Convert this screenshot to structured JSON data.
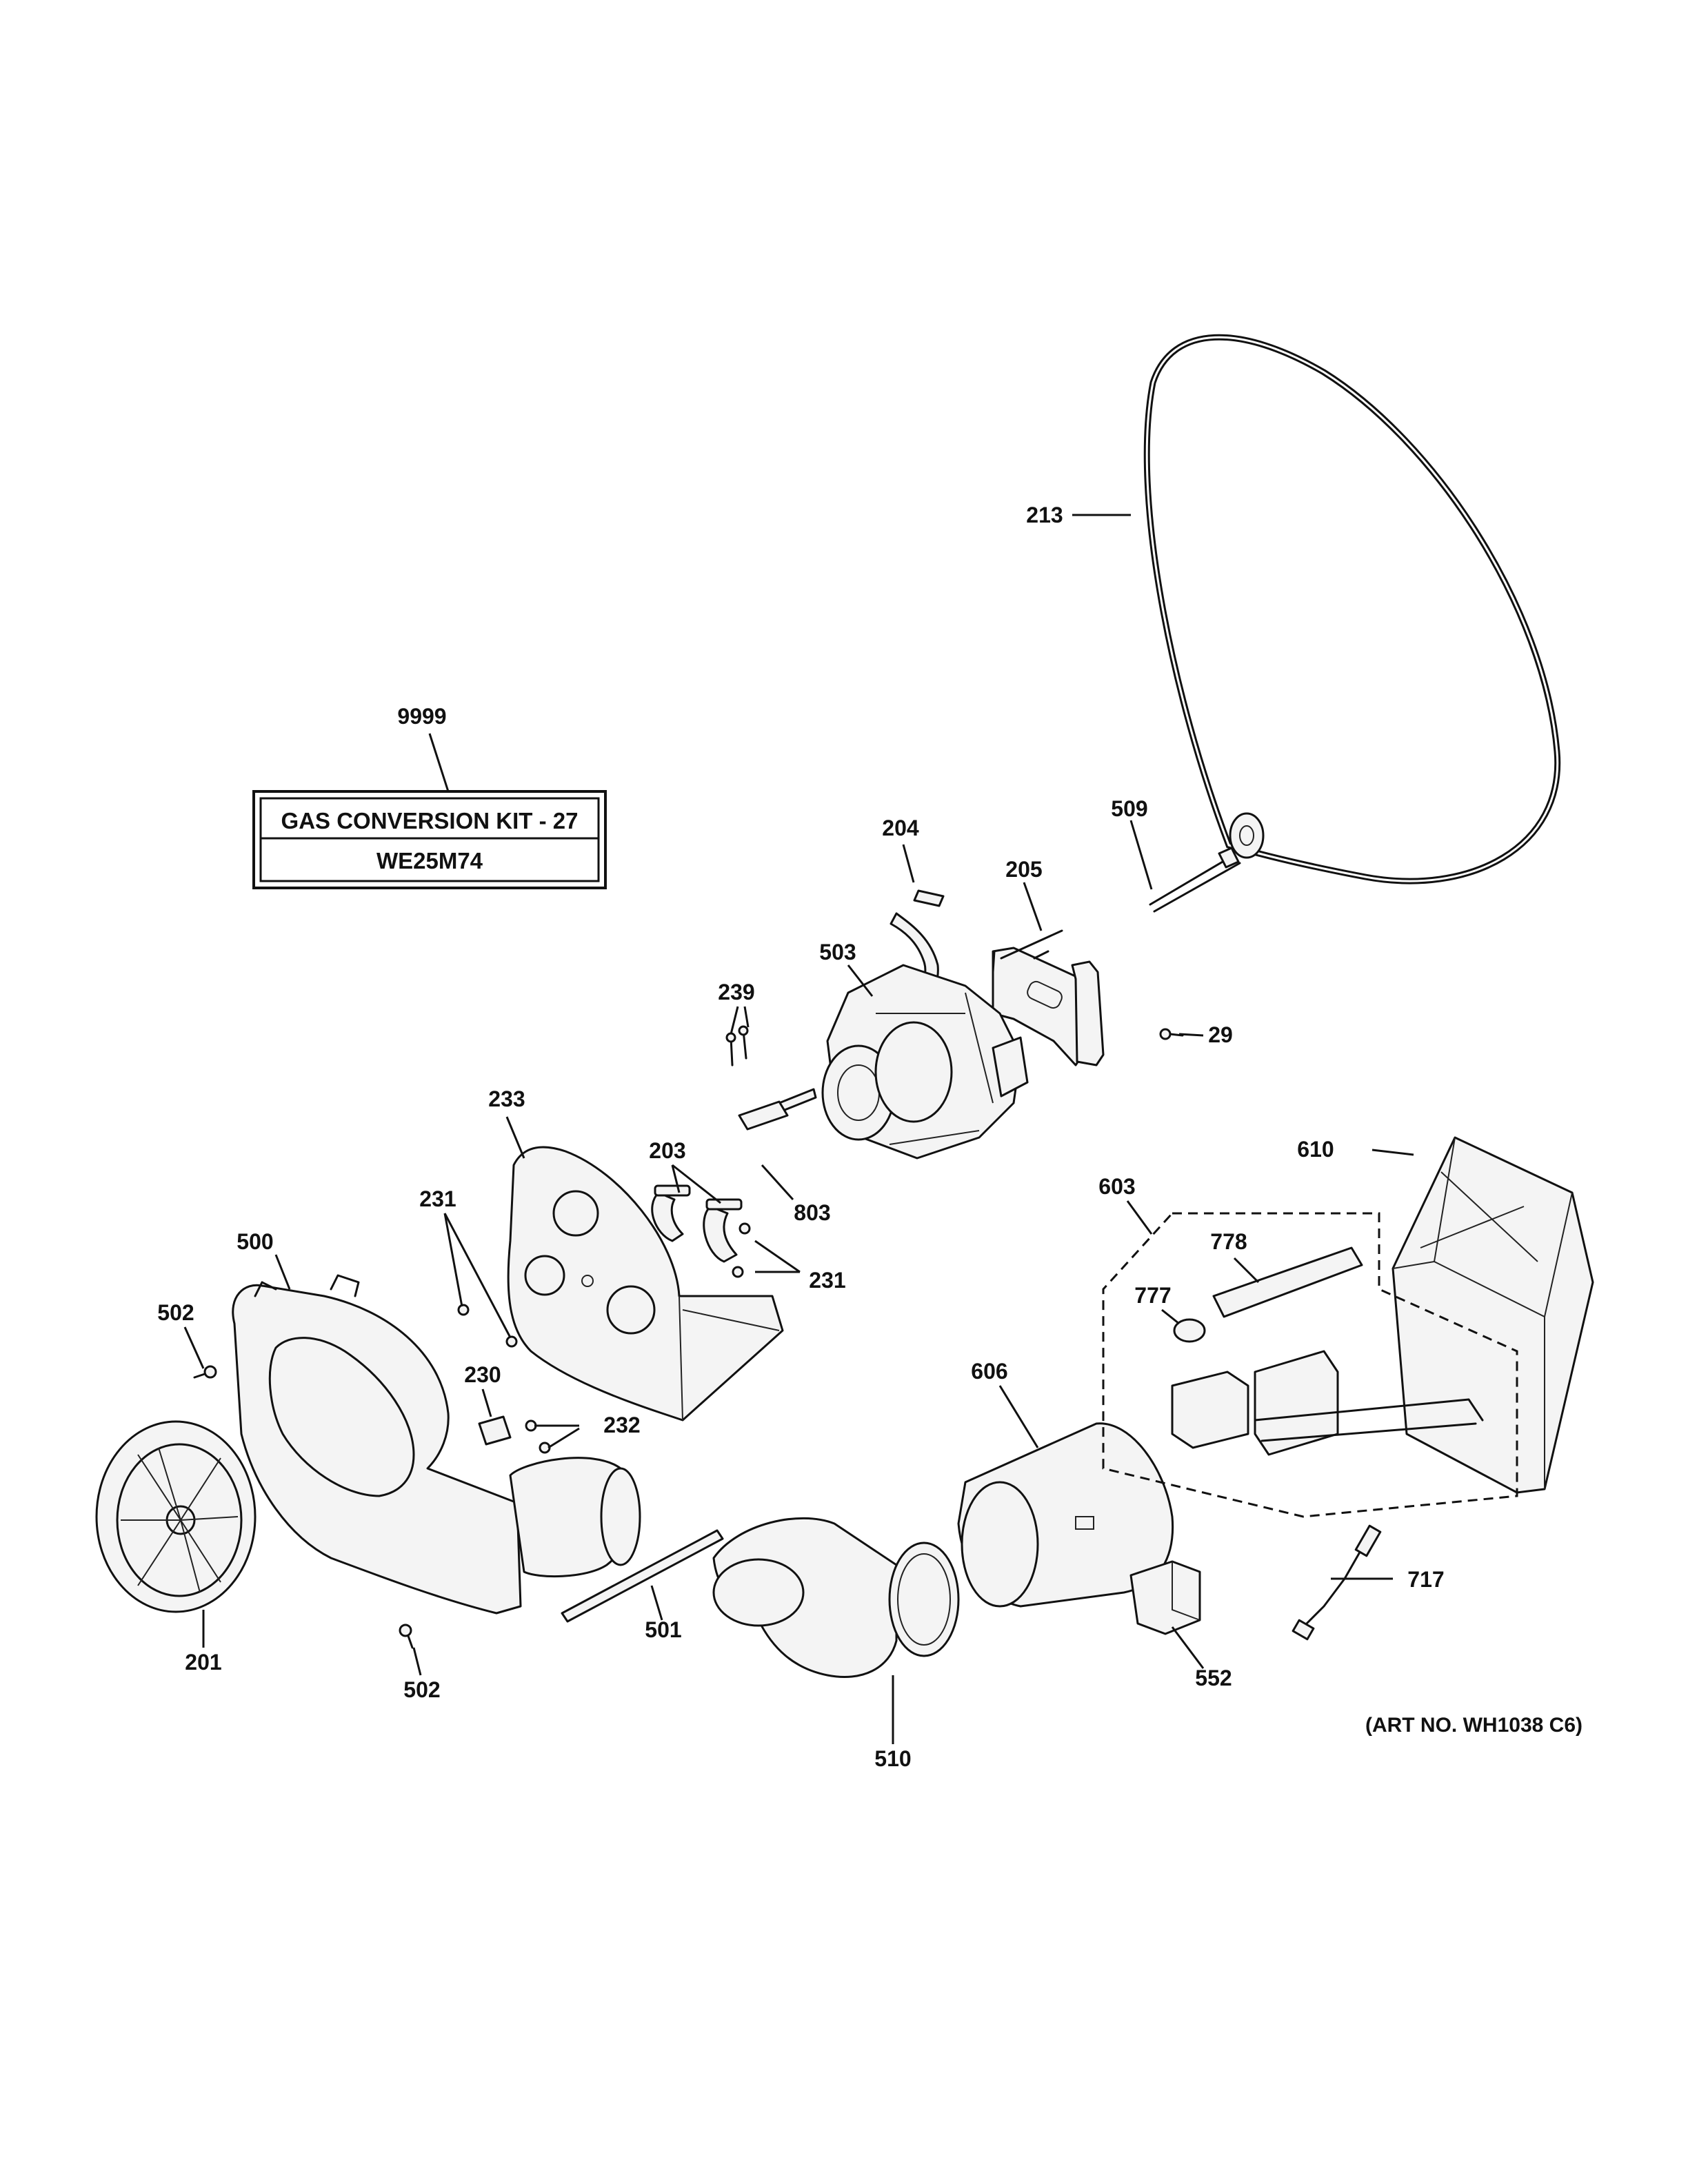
{
  "kit": {
    "line1": "GAS CONVERSION KIT - 27",
    "line2": "WE25M74"
  },
  "art_number": "(ART NO. WH1038 C6)",
  "callouts": {
    "c9999": "9999",
    "c213": "213",
    "c509": "509",
    "c204": "204",
    "c205": "205",
    "c503": "503",
    "c239": "239",
    "c29": "29",
    "c233": "233",
    "c203": "203",
    "c803": "803",
    "c610": "610",
    "c603": "603",
    "c231a": "231",
    "c231b": "231",
    "c778": "778",
    "c500": "500",
    "c777": "777",
    "c502a": "502",
    "c230": "230",
    "c232": "232",
    "c606": "606",
    "c717": "717",
    "c501": "501",
    "c201": "201",
    "c502b": "502",
    "c552": "552",
    "c510": "510"
  }
}
